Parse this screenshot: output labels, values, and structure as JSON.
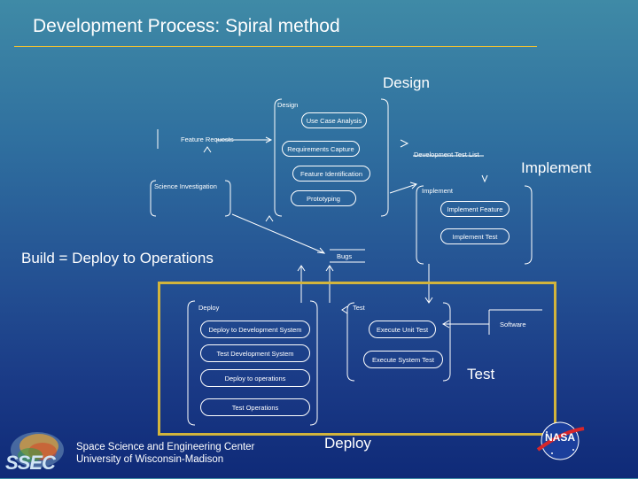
{
  "slide": {
    "title": "Development Process: Spiral method"
  },
  "labels": {
    "design": "Design",
    "implement": "Implement",
    "build": "Build = Deploy to Operations",
    "test": "Test",
    "deploy": "Deploy"
  },
  "diagram": {
    "design_group": {
      "title": "Design",
      "items": [
        "Use Case Analysis",
        "Requirements Capture",
        "Feature Identification",
        "Prototyping"
      ]
    },
    "feature_requests": "Feature Requests",
    "science_investigation": "Science Investigation",
    "development_test_list": "Development Test List",
    "implement_group": {
      "title": "Implement",
      "items": [
        "Implement Feature",
        "Implement Test"
      ]
    },
    "bugs": "Bugs",
    "deploy_group": {
      "title": "Deploy",
      "items": [
        "Deploy to Development System",
        "Test Development System",
        "Deploy to operations",
        "Test Operations"
      ]
    },
    "test_group": {
      "title": "Test",
      "items": [
        "Execute Unit Test",
        "Execute System Test"
      ]
    },
    "software": "Software"
  },
  "footer": {
    "line1": "Space Science and Engineering Center",
    "line2": "University of Wisconsin-Madison",
    "ssec_logo": "SSEC",
    "nasa_logo": "NASA"
  },
  "colors": {
    "accent": "#f1c232",
    "highlight_border": "#d2b43c"
  }
}
